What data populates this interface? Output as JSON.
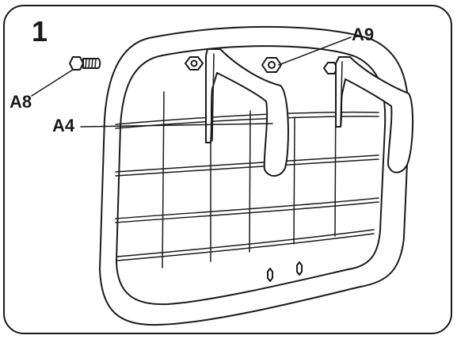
{
  "step": {
    "number": "1"
  },
  "callouts": {
    "a9": "A9",
    "a8": "A8",
    "a4": "A4"
  },
  "parts": {
    "panel": "mesh-panel",
    "hooks": [
      "hook-left",
      "hook-right"
    ],
    "nuts_on_panel": 3,
    "bottom_holes": 2
  },
  "colors": {
    "line": "#1a1a1a",
    "background": "#ffffff"
  }
}
